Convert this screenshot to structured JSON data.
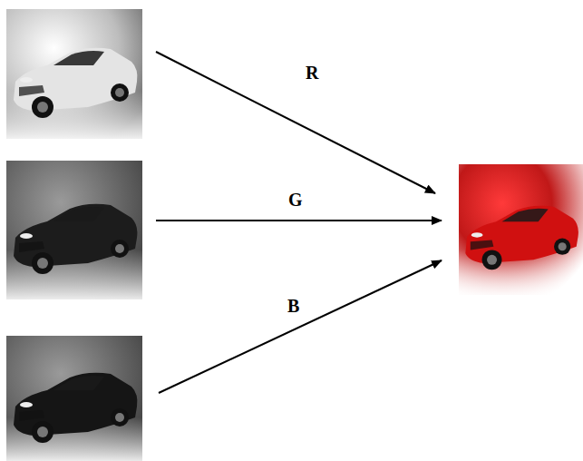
{
  "diagram": {
    "labels": [
      "R",
      "G",
      "B"
    ]
  }
}
